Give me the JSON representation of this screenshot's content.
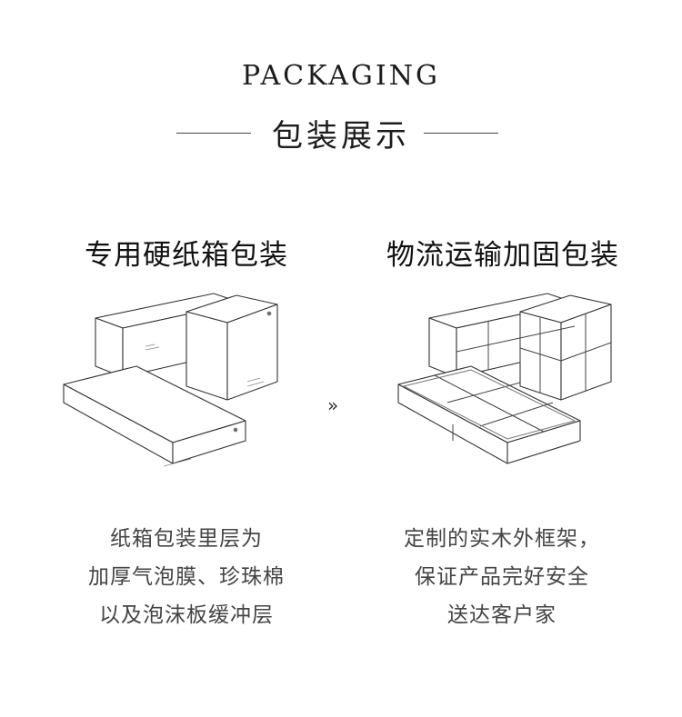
{
  "header": {
    "title_en": "PACKAGING",
    "title_cn": "包装展示"
  },
  "left": {
    "heading": "专用硬纸箱包装",
    "description_lines": [
      "纸箱包装里层为",
      "加厚气泡膜、珍珠棉",
      "以及泡沫板缓冲层"
    ]
  },
  "right": {
    "heading": "物流运输加固包装",
    "description_lines": [
      "定制的实木外框架，",
      "保证产品完好安全",
      "送达客户家"
    ]
  },
  "arrow": "»",
  "icons": {
    "left_illustration": "cardboard-boxes-icon",
    "right_illustration": "wooden-crate-boxes-icon"
  }
}
